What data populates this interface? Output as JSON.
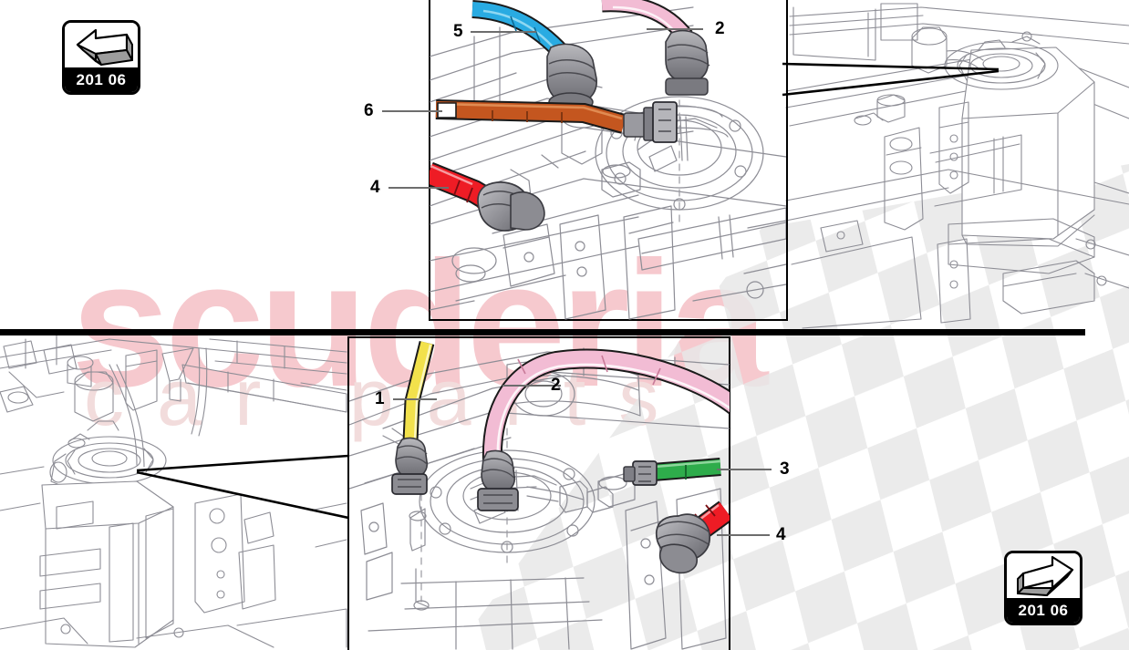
{
  "document": {
    "type": "exploded-parts-diagram",
    "subject": "Fuel tank hose connections",
    "watermark": {
      "primary": "scuderia",
      "secondary": "car parts",
      "flag": "checkered-flag"
    }
  },
  "badges": [
    {
      "id": "badge-top",
      "label": "201 06",
      "arrow": "arrow-left",
      "position": "top-left"
    },
    {
      "id": "badge-bottom",
      "label": "201 06",
      "arrow": "arrow-right",
      "position": "bottom-right"
    }
  ],
  "panels": [
    {
      "id": "panel-top",
      "name": "upper-detail-view",
      "callouts": [
        {
          "number": "5",
          "hose_color": "#29abe2",
          "color_name": "cyan"
        },
        {
          "number": "2",
          "hose_color": "#f2bcd4",
          "color_name": "pink"
        },
        {
          "number": "6",
          "hose_color": "#c4561f",
          "color_name": "orange-brown"
        },
        {
          "number": "4",
          "hose_color": "#ee1c25",
          "color_name": "red"
        }
      ]
    },
    {
      "id": "panel-bottom",
      "name": "lower-detail-view",
      "callouts": [
        {
          "number": "1",
          "hose_color": "#f2e14c",
          "color_name": "yellow"
        },
        {
          "number": "2",
          "hose_color": "#f2bcd4",
          "color_name": "pink"
        },
        {
          "number": "3",
          "hose_color": "#2eac4b",
          "color_name": "green"
        },
        {
          "number": "4",
          "hose_color": "#ee1c25",
          "color_name": "red"
        }
      ]
    }
  ],
  "overviews": [
    {
      "id": "overview-top-right",
      "name": "chassis-fuel-tank-overview-upper"
    },
    {
      "id": "overview-bottom-left",
      "name": "chassis-fuel-tank-overview-lower"
    }
  ],
  "callout_labels": {
    "c1": "1",
    "c2_top": "2",
    "c2_bottom": "2",
    "c3": "3",
    "c4_top": "4",
    "c4_bottom": "4",
    "c5": "5",
    "c6": "6"
  }
}
